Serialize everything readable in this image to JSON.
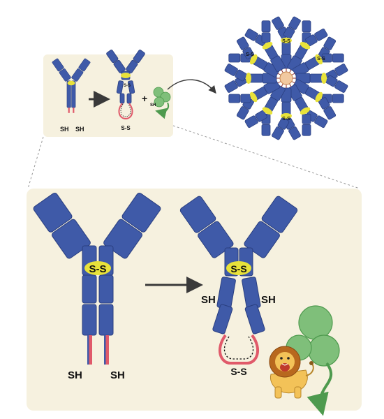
{
  "colors": {
    "antibody": "#3f5aa8",
    "antibody_stroke": "#2a3f80",
    "panel_bg": "#f6f1df",
    "disulfide": "#e8e23a",
    "tail": "#e05a6a",
    "dust": "#8b2a2a",
    "peptide": "#7fbf7a",
    "peptide_stroke": "#4e9a4e",
    "arrow": "#3a3a3a",
    "guide_line": "#9a9a9a"
  },
  "icons": {
    "antibody": "y-shaped-antibody-icon",
    "peptide": "three-bead-peptide-icon",
    "lion": "lion-mascot-icon",
    "hexamer": "antibody-hexamer-ring-icon"
  },
  "small_panel": {
    "native_thiols": [
      "SH",
      "SH"
    ],
    "hinge_bond": "S-S",
    "tail_bond": "S-S",
    "plus": "+",
    "peptide_thiol": "SH"
  },
  "large_panel": {
    "native_hinge_bond": "S-S",
    "native_thiols": [
      "SH",
      "SH"
    ],
    "engineered_hinge_bond": "S-S",
    "engineered_thiols": [
      "SH",
      "SH"
    ],
    "tail_bond": "S-S"
  },
  "hexamer": {
    "bond_label": "S-S"
  }
}
